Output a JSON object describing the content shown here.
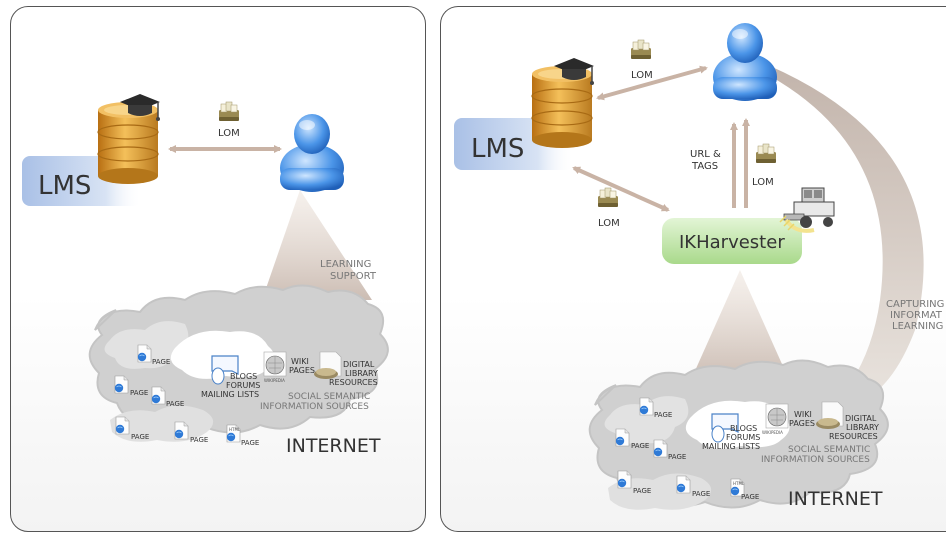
{
  "colors": {
    "lms_badge": "#b9cce8",
    "ikharvester_badge": "#bfe3a8",
    "database": "#e3a13a",
    "user": "#3b86e0",
    "arrow": "#c9b3a5",
    "cloud": "#d2d2d2"
  },
  "left": {
    "lms_label": "LMS",
    "lom_label": "LOM",
    "support_line1": "LEARNING",
    "support_line2": "SUPPORT",
    "internet_label": "INTERNET",
    "social_line1": "SOCIAL SEMANTIC",
    "social_line2": "INFORMATION SOURCES",
    "blogs_line1": "BLOGS",
    "blogs_line2": "FORUMS",
    "blogs_line3": "MAILING LISTS",
    "wiki_line1": "WIKI",
    "wiki_line2": "PAGES",
    "wikipedia": "WIKIPEDIA",
    "digital_line1": "DIGITAL",
    "digital_line2": "LIBRARY",
    "digital_line3": "RESOURCES",
    "page_label": "PAGE",
    "html_tag": "HTML"
  },
  "right": {
    "lms_label": "LMS",
    "lom_label": "LOM",
    "url_line1": "URL &",
    "url_line2": "TAGS",
    "ikharvester_label": "IKHarvester",
    "capture_line1": "CAPTURING",
    "capture_line2": "INFORMAT",
    "capture_line3": "LEARNING",
    "internet_label": "INTERNET",
    "social_line1": "SOCIAL SEMANTIC",
    "social_line2": "INFORMATION SOURCES",
    "blogs_line1": "BLOGS",
    "blogs_line2": "FORUMS",
    "blogs_line3": "MAILING LISTS",
    "wiki_line1": "WIKI",
    "wiki_line2": "PAGES",
    "wikipedia": "WIKIPEDIA",
    "digital_line1": "DIGITAL",
    "digital_line2": "LIBRARY",
    "digital_line3": "RESOURCES",
    "page_label": "PAGE",
    "html_tag": "HTML"
  },
  "icons": {
    "lms": "database-with-graduation-cap-icon",
    "user": "user-avatar-icon",
    "lom": "learning-object-package-icon",
    "page": "web-page-icon",
    "wiki": "wikipedia-globe-icon",
    "digital_library": "library-book-icon",
    "blog": "blog-bubble-icon",
    "harvester": "combine-harvester-icon"
  }
}
